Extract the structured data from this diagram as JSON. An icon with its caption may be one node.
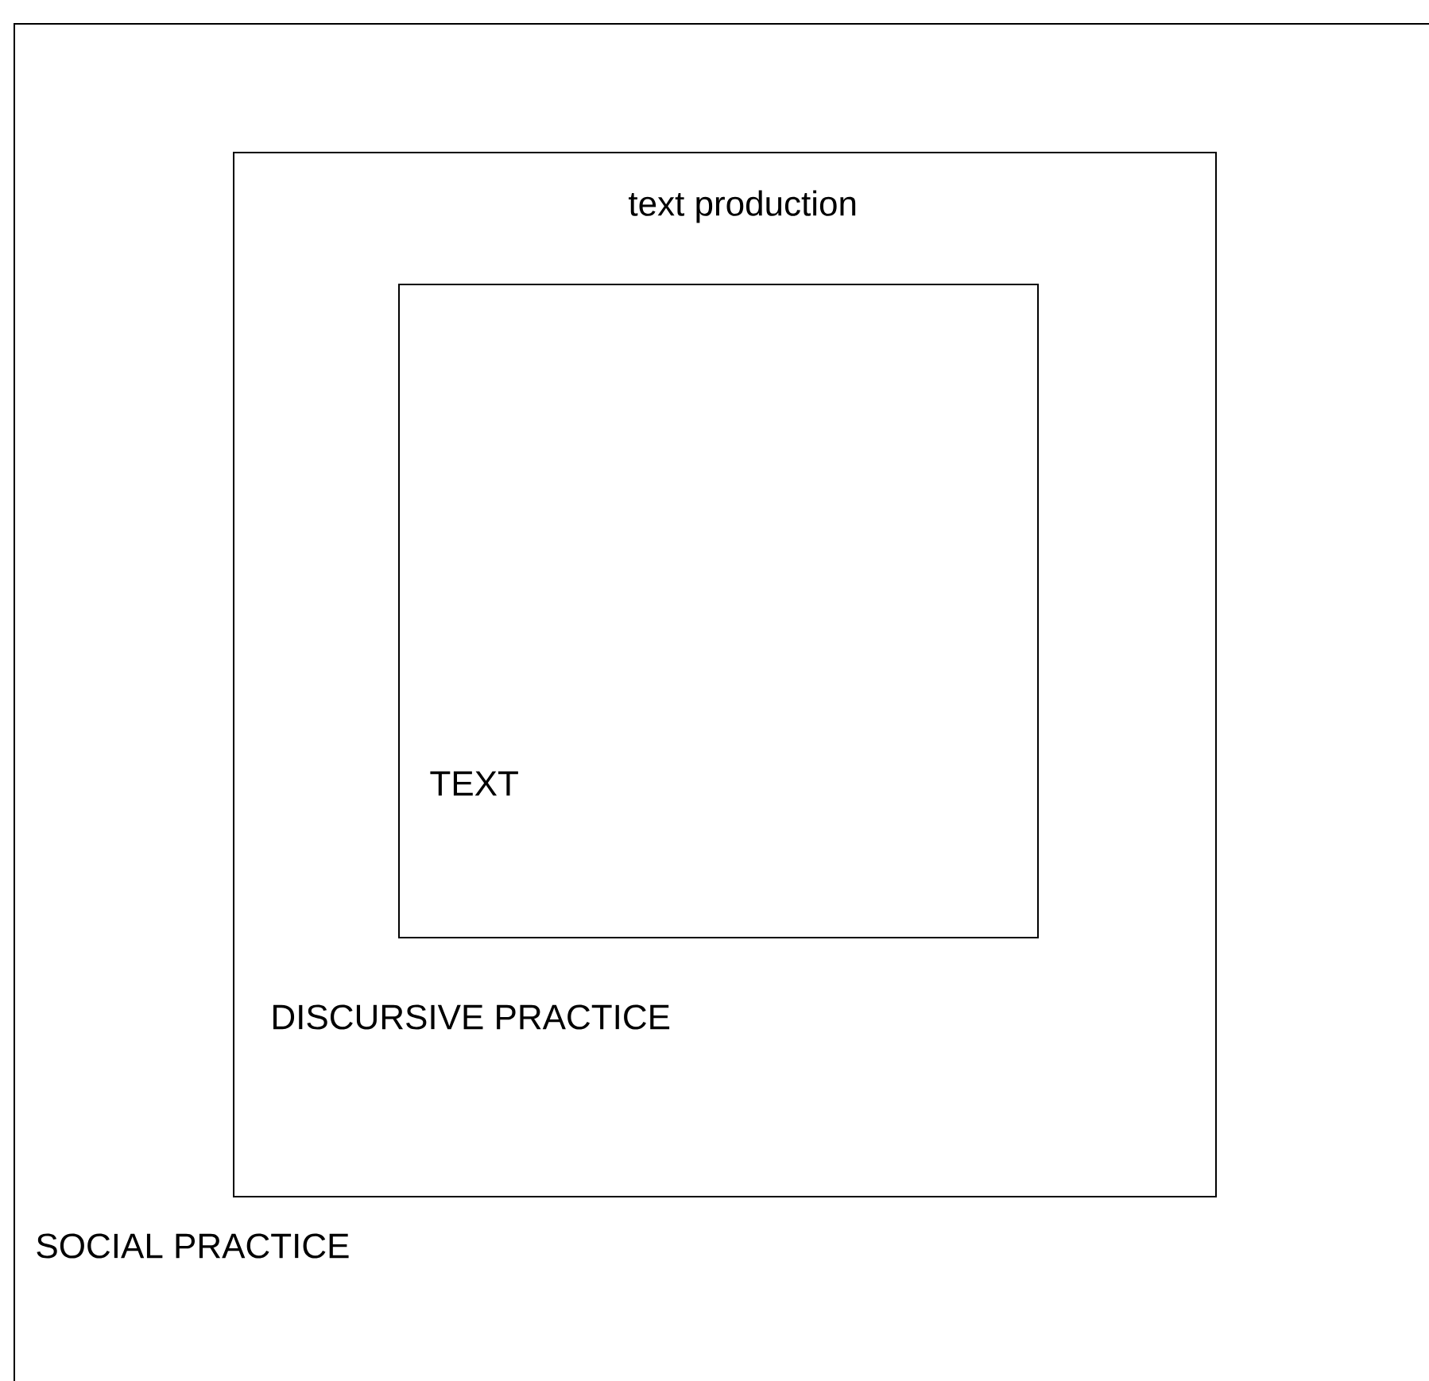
{
  "diagram": {
    "nodes": [
      {
        "text": [
          "SOCIAL PRACTICE"
        ]
      },
      {
        "text": [
          "text production",
          "DISCURSIVE PRACTICE"
        ],
        "in": 0
      },
      {
        "text": [
          "TEXT"
        ],
        "in": 1
      }
    ]
  }
}
